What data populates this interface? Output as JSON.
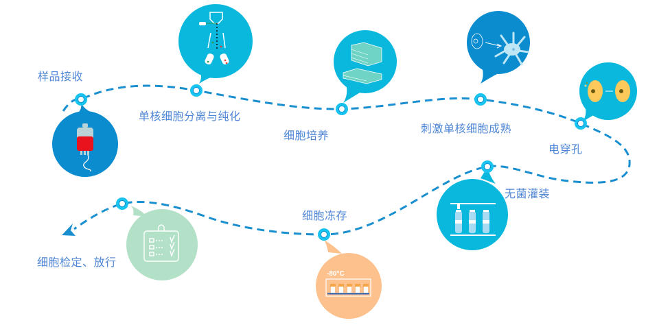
{
  "title": "细胞制备流程",
  "colors": {
    "path": "#1a8fd0",
    "node_ring": "#18c4ef",
    "node_center": "#ffffff",
    "label": "#4f86d6",
    "bubble_blue": "#0b8ccf",
    "bubble_cyan": "#0bb8dd",
    "bubble_orange": "#fdc18e",
    "bubble_green": "#b2e1c7"
  },
  "steps": [
    {
      "id": "sample",
      "label": "样品接收",
      "icon": "blood-bag-icon",
      "bubble_color": "#0b8ccf"
    },
    {
      "id": "separation",
      "label": "单核细胞分离与纯化",
      "icon": "separation-column-icon",
      "bubble_color": "#0bb8dd"
    },
    {
      "id": "culture",
      "label": "细胞培养",
      "icon": "culture-flask-stack-icon",
      "bubble_color": "#0bb8dd"
    },
    {
      "id": "maturation",
      "label": "刺激单核细胞成熟",
      "icon": "dendritic-cell-icon",
      "bubble_color": "#0b8ccf"
    },
    {
      "id": "electroporation",
      "label": "电穿孔",
      "icon": "electroporation-cell-icon",
      "bubble_color": "#0bb8dd"
    },
    {
      "id": "filling",
      "label": "无菌灌装",
      "icon": "vial-filling-icon",
      "bubble_color": "#0bb8dd"
    },
    {
      "id": "freezing",
      "label": "细胞冻存",
      "icon": "freezer-rack-icon",
      "bubble_color": "#fdc18e",
      "temperature": "-80°C"
    },
    {
      "id": "release",
      "label": "细胞检定、放行",
      "icon": "checklist-icon",
      "bubble_color": "#b2e1c7"
    }
  ]
}
